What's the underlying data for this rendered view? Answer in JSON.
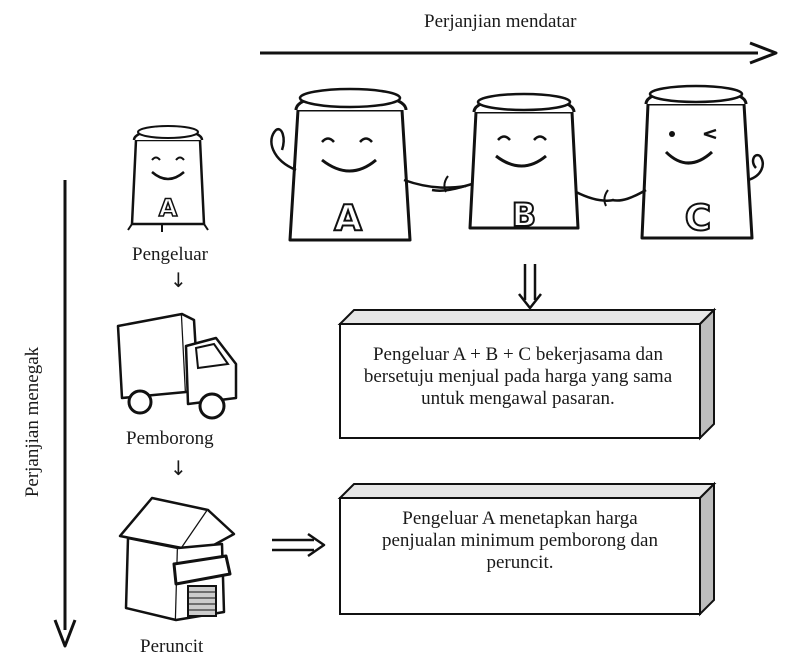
{
  "horizontal_agreement": {
    "label": "Perjanjian mendatar"
  },
  "vertical_agreement": {
    "label": "Perjanjian menegak"
  },
  "chain": {
    "producer": "Pengeluar",
    "wholesaler": "Pemborong",
    "retailer": "Peruncit"
  },
  "characters": {
    "producer_letter": "A",
    "group_letters": [
      "A",
      "B",
      "C"
    ]
  },
  "boxes": {
    "horizontal_text": "Pengeluar A + B + C bekerjasama dan bersetuju menjual pada harga yang sama untuk mengawal pasaran.",
    "vertical_text": "Pengeluar A menetapkan harga penjualan minimum pemborong dan peruncit."
  }
}
